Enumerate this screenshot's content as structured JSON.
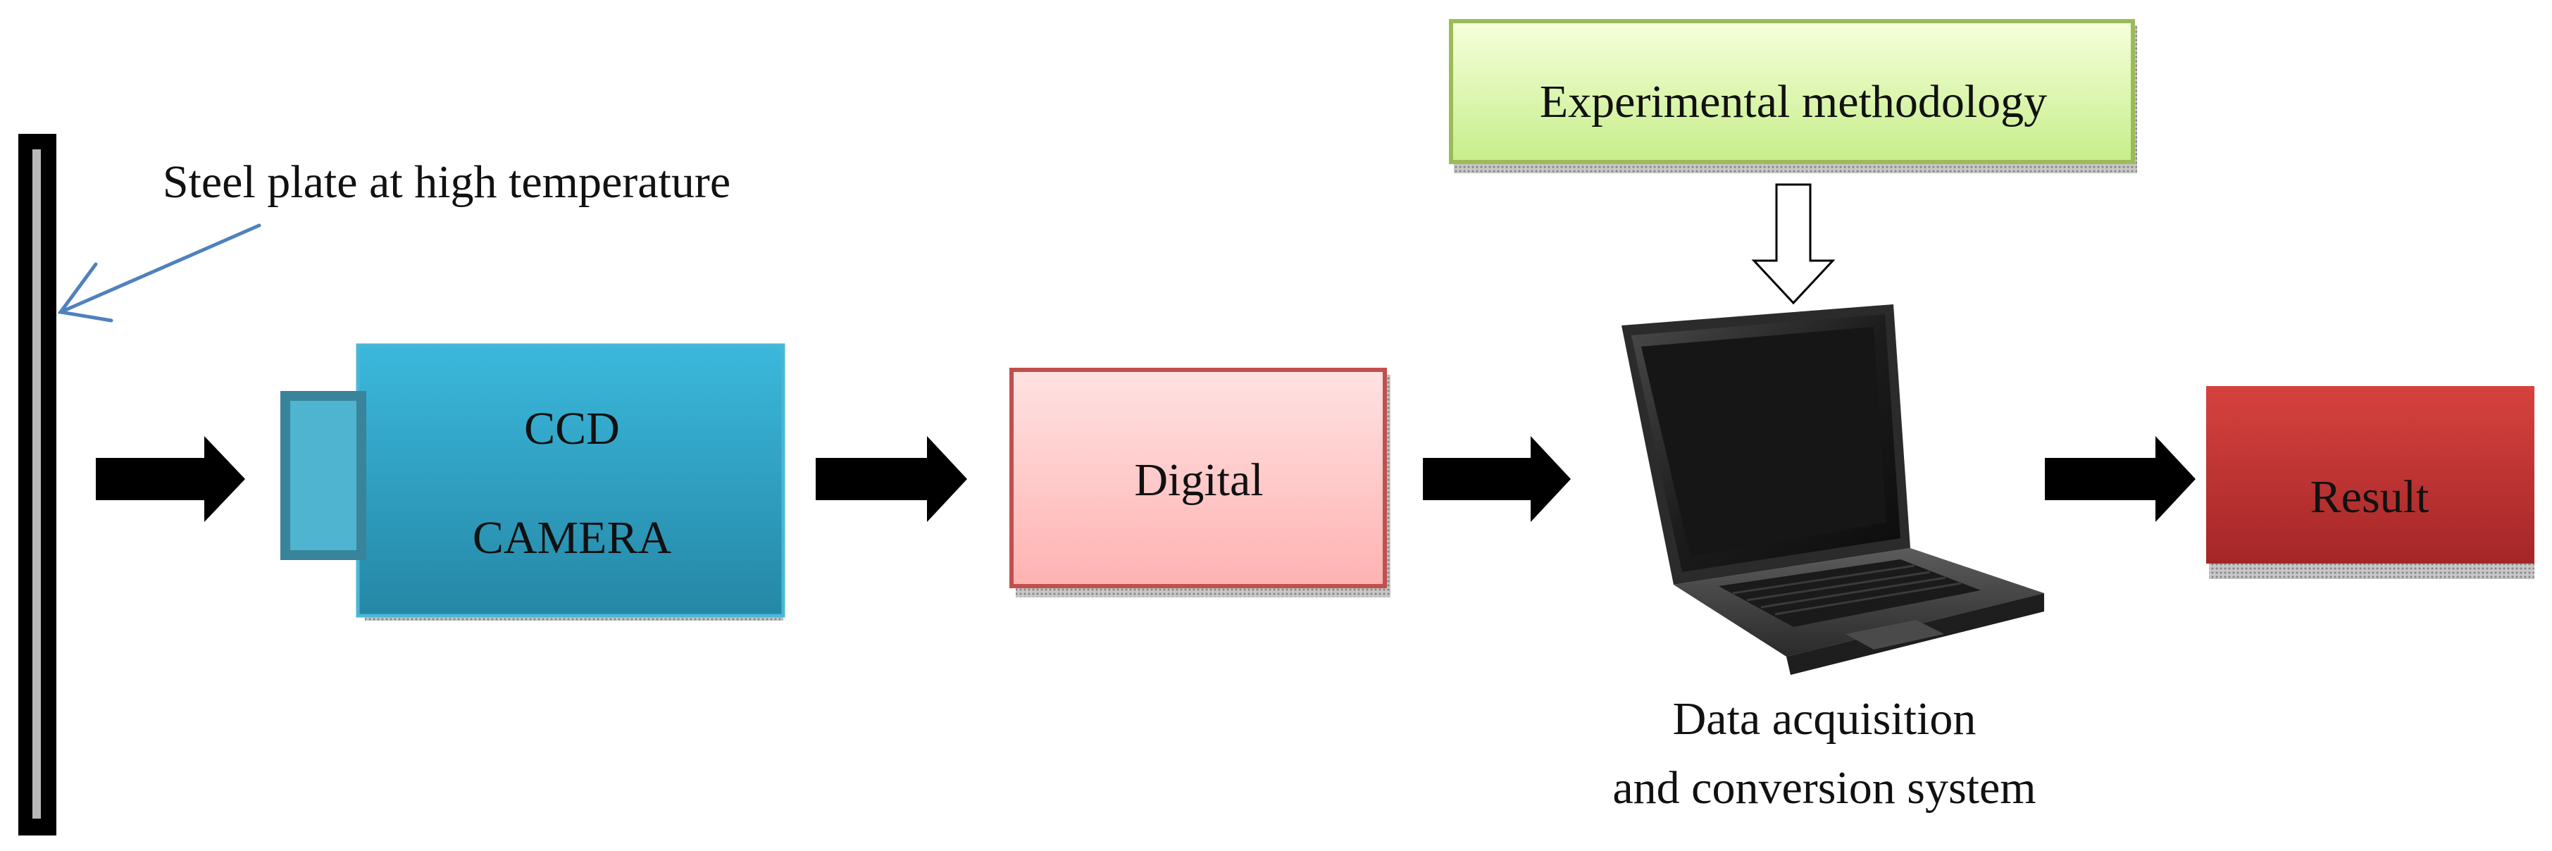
{
  "labels": {
    "steel_plate": "Steel plate at high temperature",
    "ccd_line1": "CCD",
    "ccd_line2": "CAMERA",
    "digital": "Digital",
    "methodology": "Experimental methodology",
    "data_line1": "Data acquisition",
    "data_line2": "and conversion system",
    "result": "Result"
  },
  "colors": {
    "camera_body_top": "#3bb8dc",
    "camera_body_bottom": "#2587a6",
    "camera_lens": "#4fb4cf",
    "digital_fill_top": "#ffe0e0",
    "digital_fill_bottom": "#ffb4b4",
    "digital_border": "#c0504d",
    "methodology_fill_top": "#f4ffd6",
    "methodology_fill_bottom": "#c9ef8f",
    "methodology_border": "#9bbb59",
    "result_fill_top": "#d3403c",
    "result_fill_bottom": "#a8272a",
    "pointer_arrow": "#4f81bd",
    "flow_arrow": "#000000"
  },
  "icons": {
    "laptop": "laptop-icon",
    "flow_arrow": "arrow-right-icon",
    "down_arrow": "arrow-down-outline-icon"
  }
}
